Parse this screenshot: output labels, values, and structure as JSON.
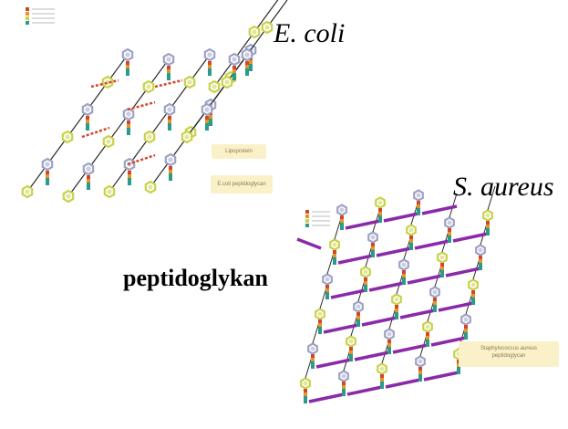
{
  "labels": {
    "top_species": "E. coli",
    "bottom_species": "S. aureus",
    "main_title": "peptidoglykan"
  },
  "notes": {
    "ecoli_small_note": "Lipoprotein",
    "ecoli_caption": "E.coli peptidoglycan",
    "saureus_caption_line1": "Staphylococcus aureus",
    "saureus_caption_line2": "peptidoglycan"
  },
  "colors": {
    "sugar_green": "#c8d24a",
    "sugar_blue": "#9ea2c4",
    "peptide_red": "#d2462a",
    "peptide_orange": "#e0962a",
    "peptide_teal": "#2a9a8a",
    "bridge_purple": "#8a2aa8",
    "note_bg": "#fbf1c8",
    "link_dark": "#2a2a2a"
  },
  "icons": {
    "sugar_ring": "hexagon-ring-icon",
    "peptide_chain": "stacked-bar-icon"
  }
}
